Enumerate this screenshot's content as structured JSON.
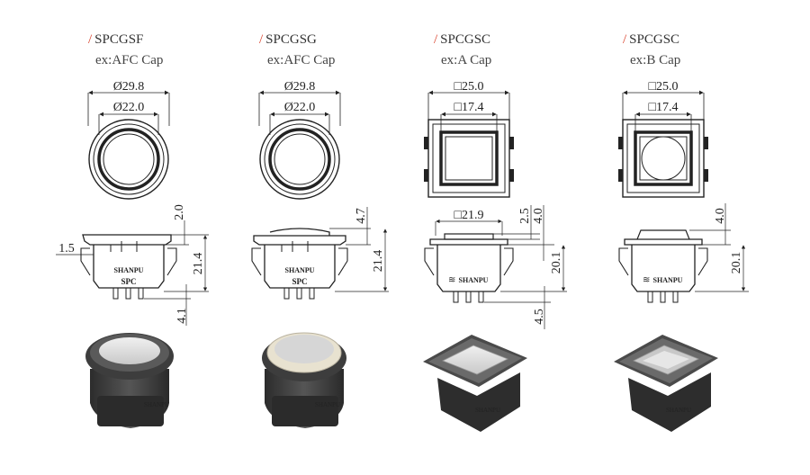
{
  "columns": [
    {
      "slash": "/",
      "model": "SPCGSF",
      "example": "ex:AFC Cap",
      "outer_dim": "Ø29.8",
      "inner_dim": "Ø22.0",
      "side_dims": [
        "2.0",
        "1.5",
        "21.4",
        "4.1"
      ],
      "body_label": [
        "SHANPU",
        "SPC"
      ],
      "top_shape": "round",
      "cap": "white-flat"
    },
    {
      "slash": "/",
      "model": "SPCGSG",
      "example": "ex:AFC Cap",
      "outer_dim": "Ø29.8",
      "inner_dim": "Ø22.0",
      "side_dims": [
        "4.7",
        "21.4"
      ],
      "body_label": [
        "SHANPU",
        "SPC"
      ],
      "top_shape": "round",
      "cap": "clear-dome"
    },
    {
      "slash": "/",
      "model": "SPCGSC",
      "example": "ex:A Cap",
      "outer_dim": "□25.0",
      "inner_dim": "□17.4",
      "side_dims": [
        "□21.9",
        "2.5",
        "4.0",
        "20.1",
        "4.5"
      ],
      "body_label": [
        "SHANPU"
      ],
      "top_shape": "square",
      "cap": "square-flat"
    },
    {
      "slash": "/",
      "model": "SPCGSC",
      "example": "ex:B Cap",
      "outer_dim": "□25.0",
      "inner_dim": "□17.4",
      "side_dims": [
        "4.0",
        "20.1"
      ],
      "body_label": [
        "SHANPU"
      ],
      "top_shape": "square-with-circle",
      "cap": "square-pyramid"
    }
  ],
  "colors": {
    "accent_slash": "#d9402b",
    "line": "#222222",
    "body_dark": "#3a3a3a",
    "cap_light": "#d8d8d8"
  },
  "icons": [
    "shanpu-logo-icon"
  ]
}
